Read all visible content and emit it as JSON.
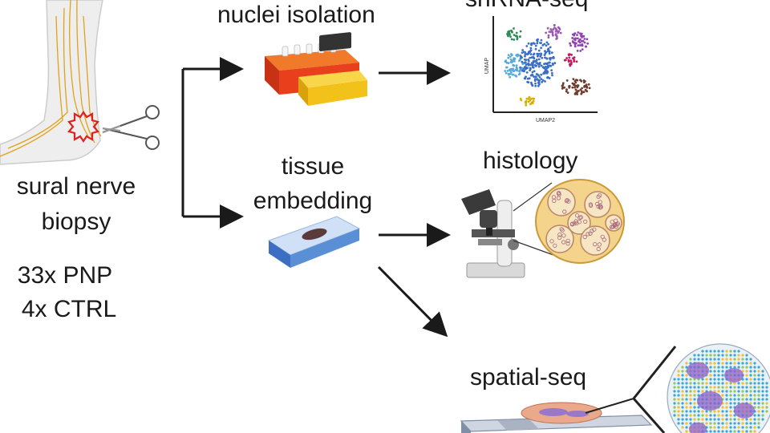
{
  "labels": {
    "nuclei_isolation": "nuclei isolation",
    "snrna_seq": "snRNA-seq",
    "sural_nerve": "sural nerve",
    "biopsy": "biopsy",
    "tissue": "tissue",
    "embedding": "embedding",
    "histology": "histology",
    "pnp_count": "33x PNP",
    "ctrl_count": "4x CTRL",
    "spatial_seq": "spatial-seq"
  },
  "umap": {
    "ylabel": "UMAP",
    "xlabel": "UMAP2",
    "cluster_colors": [
      "#2e8b57",
      "#3b6fc4",
      "#5aaad8",
      "#8e44ad",
      "#c2185b",
      "#6d3b2a",
      "#d4b106",
      "#9b59b6"
    ]
  },
  "colors": {
    "arrow": "#1a1a1a",
    "nerve": "#e0a21a",
    "biopsy_mark": "#e02020",
    "heat_block": "#e8401c",
    "device": "#f2c21a",
    "slide": "#7f8fa6",
    "stage": "#5a8fd6"
  },
  "icons": [
    "leg-icon",
    "scissors-icon",
    "heat-block-icon",
    "embedding-stage-icon",
    "microscope-icon",
    "nerve-cross-section-icon",
    "slide-icon",
    "spatial-spot-icon"
  ]
}
